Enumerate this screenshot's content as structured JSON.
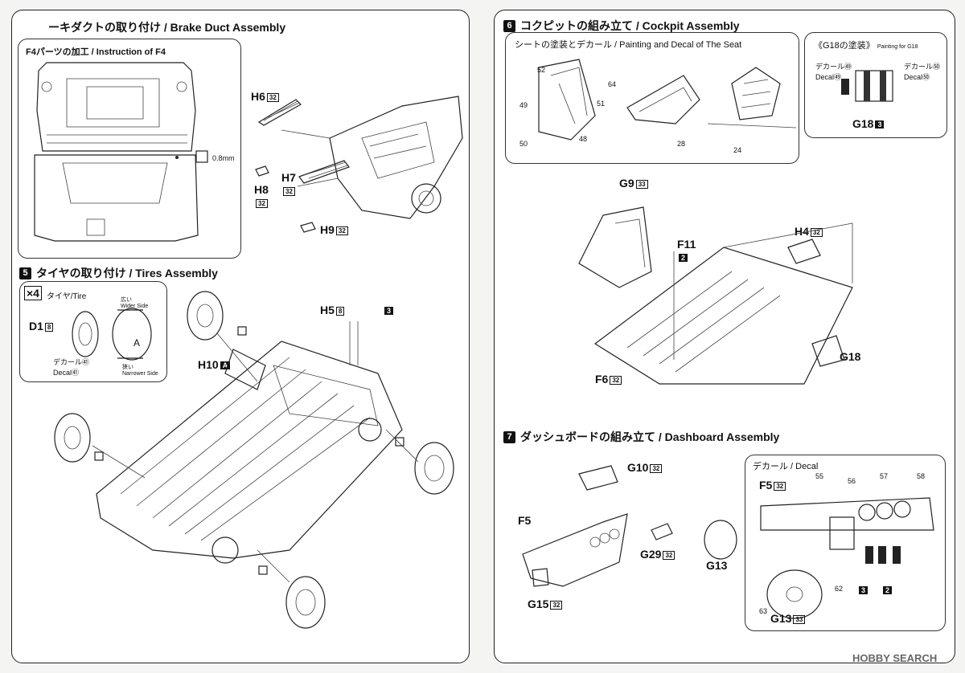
{
  "watermark_left": "HOBBY SEARCH",
  "section4": {
    "title": "ーキダクトの取り付け / Brake Duct Assembly",
    "sub_title": "F4パーツの加工 / Instruction of F4",
    "drill_note": "0.8mm",
    "parts": {
      "h6": "H6",
      "h7": "H7",
      "h8": "H8",
      "h9": "H9"
    }
  },
  "section5": {
    "num": "5",
    "title": "タイヤの取り付け / Tires Assembly",
    "tire_box": {
      "qty": "×4",
      "label": "タイヤ/Tire",
      "wide": "広い\nWider Side",
      "narrow": "狭い\nNarrower Side",
      "decal": "デカール㊶\nDecal㊶",
      "wheel": "D1",
      "mark": "A"
    },
    "parts": {
      "h5": "H5",
      "h10": "H10",
      "three": "3"
    }
  },
  "section6": {
    "num": "6",
    "title": "コクピットの組み立て / Cockpit Assembly",
    "seat_box_title": "シートの塗装とデカール / Painting and Decal of The Seat",
    "g18_box_title": "《G18の塗装》",
    "g18_box_sub": "Painting for G18",
    "g18_decal_left": "デカール㊾\nDecal㊾",
    "g18_decal_right": "デカール㊿\nDecal㊿",
    "g18_label": "G18",
    "seat_nums": [
      "52",
      "64",
      "51",
      "49",
      "50",
      "48",
      "28",
      "24"
    ],
    "parts": {
      "g9": "G9",
      "f11": "F11",
      "h4": "H4",
      "g18": "G18",
      "f6": "F6"
    }
  },
  "section7": {
    "num": "7",
    "title": "ダッシュボードの組み立て / Dashboard Assembly",
    "decal_box_title": "デカール / Decal",
    "decal_nums": [
      "55",
      "56",
      "57",
      "58",
      "62",
      "63"
    ],
    "parts": {
      "g10": "G10",
      "f5": "F5",
      "g29": "G29",
      "g13": "G13",
      "g15": "G15",
      "f5b": "F5",
      "g13b": "G13"
    }
  },
  "footer": "HOBBY SEARCH"
}
